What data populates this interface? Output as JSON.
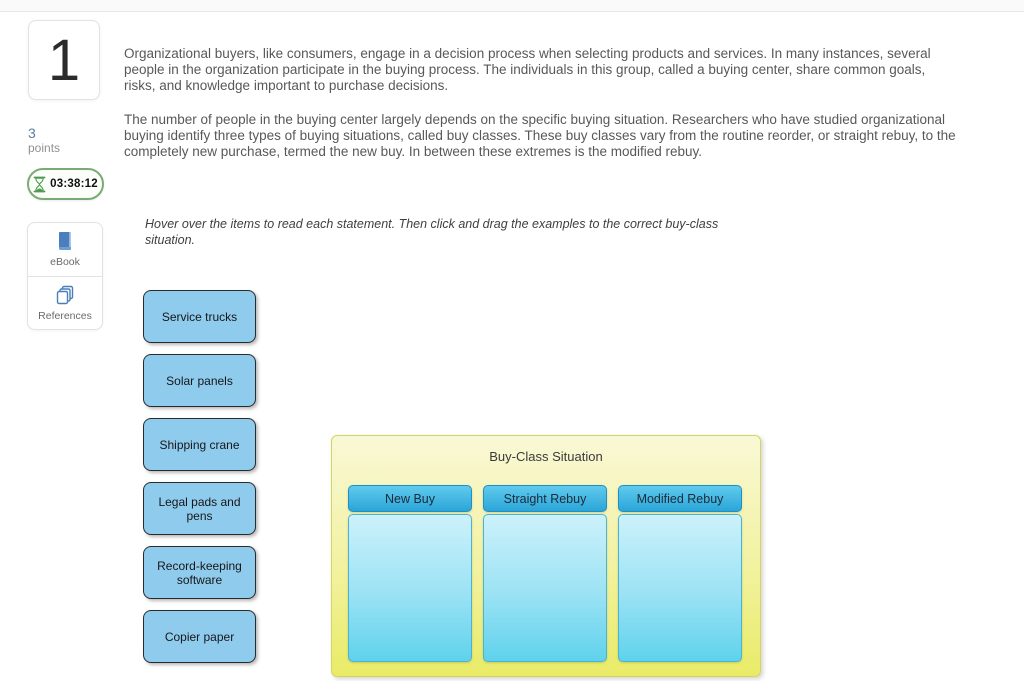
{
  "sidebar": {
    "question_number": "1",
    "points_value": "3",
    "points_label": "points",
    "timer_value": "03:38:12",
    "tools": [
      {
        "label": "eBook"
      },
      {
        "label": "References"
      }
    ]
  },
  "content": {
    "paragraph1": "Organizational buyers, like consumers, engage in a decision process when selecting products and services. In many instances, several people in the organization participate in the buying process. The individuals in this group, called a buying center, share common goals, risks, and knowledge important to purchase decisions.",
    "paragraph2": "The number of people in the buying center largely depends on the specific buying situation. Researchers who have studied organizational buying identify three types of buying situations, called buy classes. These buy classes vary from the routine reorder, or straight rebuy, to the completely new purchase, termed the new buy. In between these extremes is the modified rebuy.",
    "instructions": "Hover over the items to read each statement. Then click and drag the examples to the correct buy-class situation."
  },
  "drag_items": [
    {
      "label": "Service trucks"
    },
    {
      "label": "Solar panels"
    },
    {
      "label": "Shipping crane"
    },
    {
      "label": "Legal pads and pens"
    },
    {
      "label": "Record-keeping software"
    },
    {
      "label": "Copier paper"
    }
  ],
  "drop_area": {
    "title": "Buy-Class Situation",
    "categories": [
      {
        "label": "New Buy"
      },
      {
        "label": "Straight Rebuy"
      },
      {
        "label": "Modified Rebuy"
      }
    ]
  },
  "icons": {
    "timer": "hourglass-icon",
    "ebook": "book-icon",
    "references": "stacked-pages-icon"
  },
  "colors": {
    "item_fill": "#8fcbec",
    "item_border": "#2b2b2b",
    "column_header_top": "#5fcbee",
    "column_header_bottom": "#2ba5d8",
    "column_body_top": "#cdf1fb",
    "column_body_bottom": "#5fd2ec",
    "container_yellow_top": "#f9f8d6",
    "container_yellow_bottom": "#e9eb67",
    "timer_green": "#4e9b4e",
    "tool_icon_blue": "#4a7ebc",
    "points_blue": "#5b7e9e",
    "body_text": "#58585a"
  }
}
